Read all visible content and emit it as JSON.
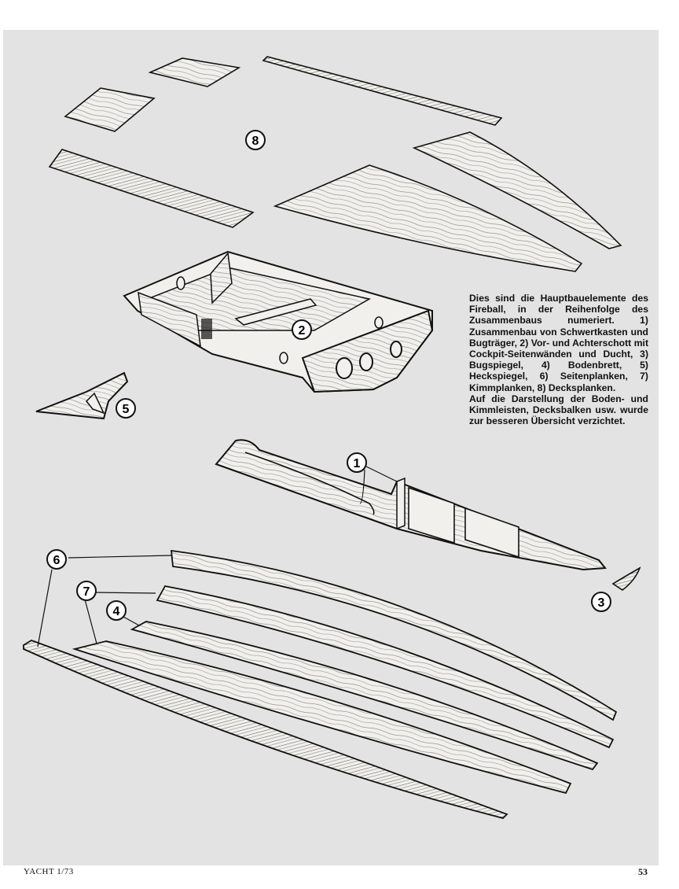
{
  "callouts": {
    "n1": "1",
    "n2": "2",
    "n3": "3",
    "n4": "4",
    "n5": "5",
    "n6": "6",
    "n7": "7",
    "n8": "8"
  },
  "caption": {
    "paragraph1": "Dies sind die Hauptbauelemente des Fireball, in der Reihenfolge des Zusammenbaus numeriert. 1) Zusammenbau von Schwertkasten und Bugträger, 2) Vor- und Achterschott mit Cockpit-Seitenwänden und Ducht, 3) Bugspiegel, 4) Bodenbrett, 5) Heckspiegel, 6) Seitenplanken, 7) Kimmplanken, 8) Decksplanken.",
    "paragraph2": "Auf die Darstellung der Boden- und Kimmleisten, Decksbalken usw. wurde zur besseren Übersicht verzichtet."
  },
  "footer": {
    "publication": "YACHT 1/73",
    "page_number": "53"
  },
  "colors": {
    "plate": "#e3e3e3",
    "wood": "#f2f0ec",
    "ink": "#111111"
  }
}
